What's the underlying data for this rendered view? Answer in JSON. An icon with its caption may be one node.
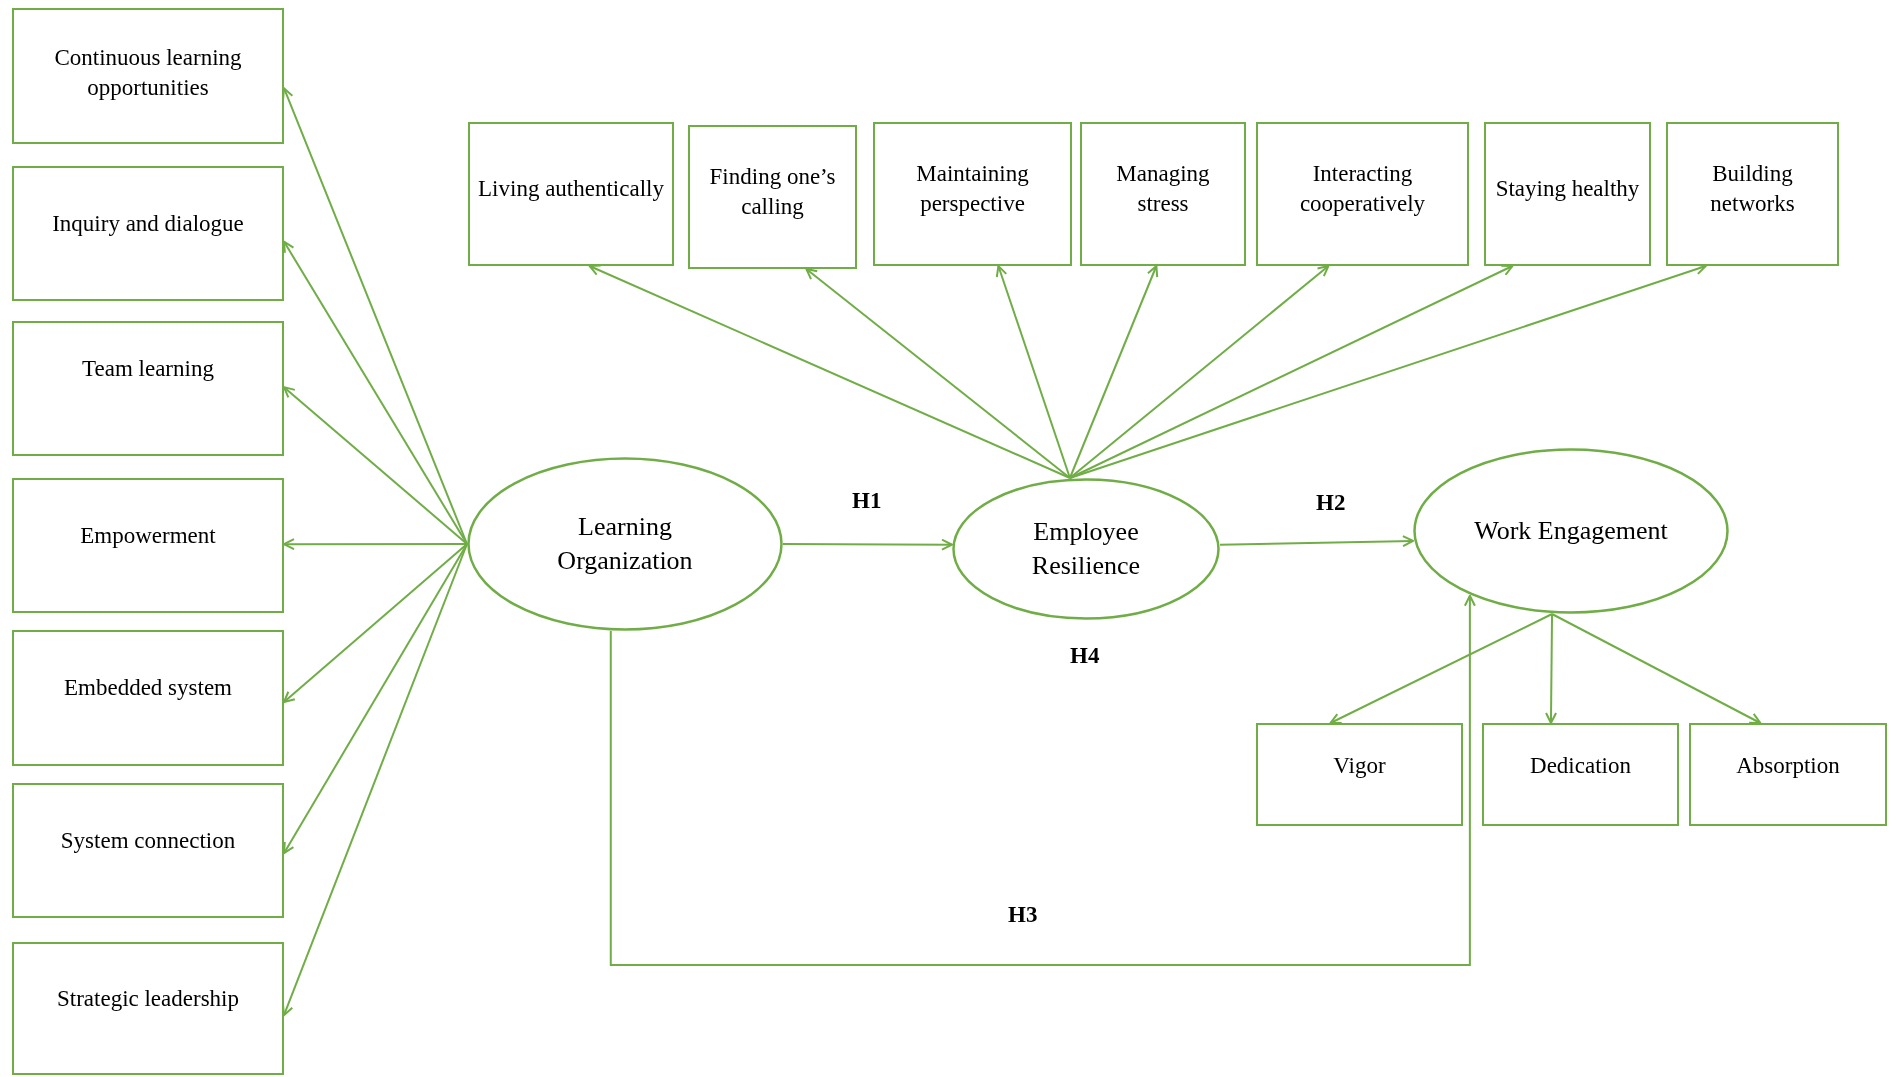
{
  "diagram": {
    "nodes": [
      {
        "text": [
          "Continuous learning opportunities"
        ]
      },
      {
        "text": [
          "Inquiry and dialogue"
        ]
      },
      {
        "text": [
          "Team learning"
        ]
      },
      {
        "text": [
          "Empowerment"
        ]
      },
      {
        "text": [
          "Embedded system"
        ]
      },
      {
        "text": [
          "System connection"
        ]
      },
      {
        "text": [
          "Strategic leadership"
        ]
      },
      {
        "text": [
          "Living authentically"
        ]
      },
      {
        "text": [
          "Finding one’s calling"
        ]
      },
      {
        "text": [
          "Maintaining perspective"
        ]
      },
      {
        "text": [
          "Managing stress"
        ]
      },
      {
        "text": [
          "Interacting cooperatively"
        ]
      },
      {
        "text": [
          "Staying healthy"
        ]
      },
      {
        "text": [
          "Building networks"
        ]
      },
      {
        "text": [
          "Learning Organization"
        ]
      },
      {
        "text": [
          "Employee Resilience"
        ]
      },
      {
        "text": [
          "Work Engagement"
        ]
      },
      {
        "text": [
          "Vigor"
        ]
      },
      {
        "text": [
          "Dedication"
        ]
      },
      {
        "text": [
          "Absorption"
        ]
      }
    ],
    "edges": [
      {
        "from": 14,
        "to": 0,
        "arrow": "to"
      },
      {
        "from": 14,
        "to": 1,
        "arrow": "to"
      },
      {
        "from": 14,
        "to": 2,
        "arrow": "to"
      },
      {
        "from": 14,
        "to": 3,
        "arrow": "to"
      },
      {
        "from": 14,
        "to": 4,
        "arrow": "to"
      },
      {
        "from": 14,
        "to": 5,
        "arrow": "to"
      },
      {
        "from": 14,
        "to": 6,
        "arrow": "to"
      },
      {
        "from": 14,
        "to": 15,
        "arrow": "to"
      },
      {
        "from": 15,
        "to": 7,
        "arrow": "to"
      },
      {
        "from": 15,
        "to": 8,
        "arrow": "to"
      },
      {
        "from": 15,
        "to": 9,
        "arrow": "to"
      },
      {
        "from": 15,
        "to": 10,
        "arrow": "to"
      },
      {
        "from": 15,
        "to": 11,
        "arrow": "to"
      },
      {
        "from": 15,
        "to": 12,
        "arrow": "to"
      },
      {
        "from": 15,
        "to": 13,
        "arrow": "to"
      },
      {
        "from": 15,
        "to": 16,
        "arrow": "to"
      },
      {
        "from": 16,
        "to": 17,
        "arrow": "to"
      },
      {
        "from": 16,
        "to": 18,
        "arrow": "to"
      },
      {
        "from": 16,
        "to": 19,
        "arrow": "to"
      },
      {
        "from": 14,
        "to": 16,
        "arrow": "to"
      }
    ],
    "labels": [
      "H1",
      "H2",
      "H4",
      "H3"
    ]
  }
}
